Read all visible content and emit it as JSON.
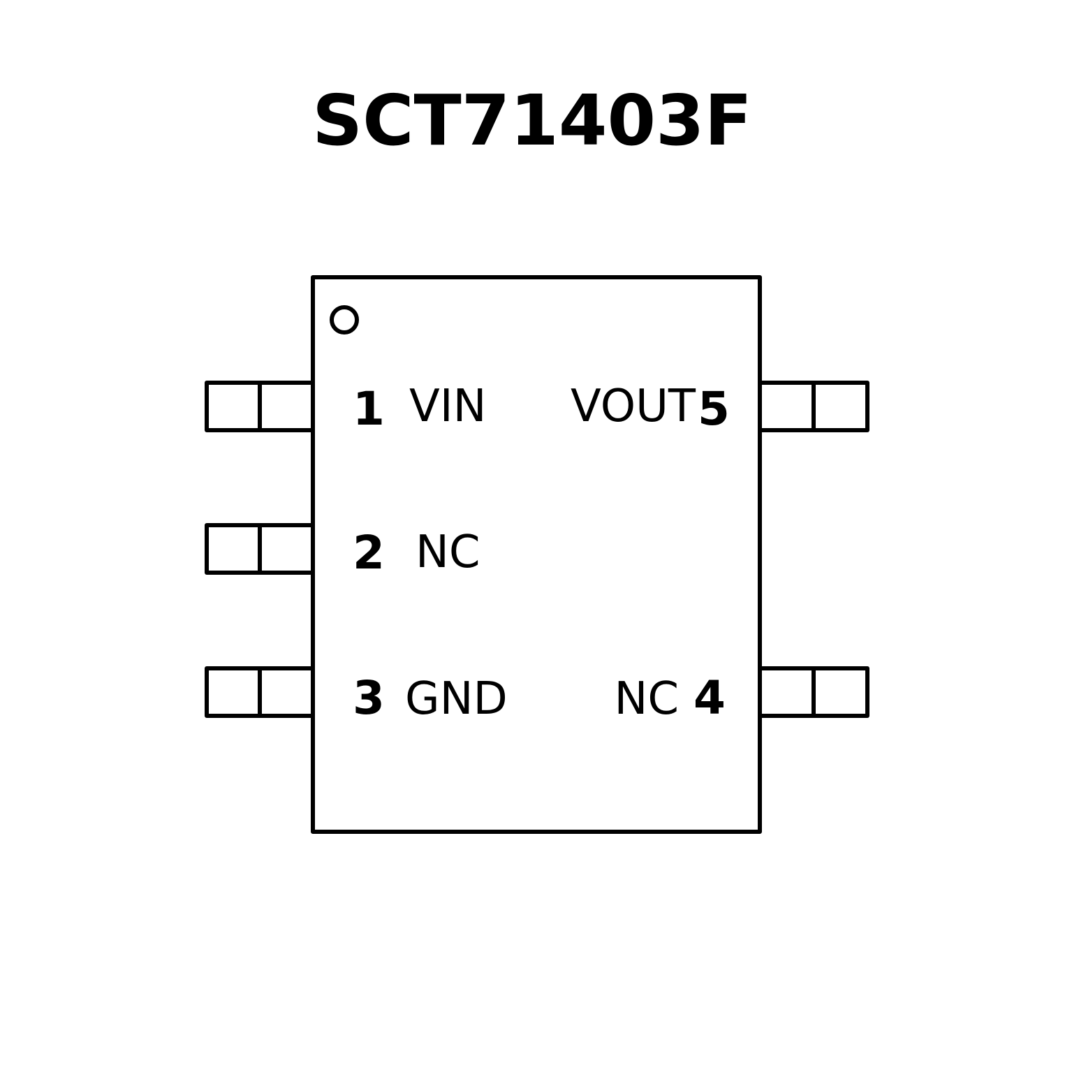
{
  "title": "SCT71403F",
  "pins": [
    {
      "number": "1",
      "name": "VIN"
    },
    {
      "number": "2",
      "name": "NC"
    },
    {
      "number": "3",
      "name": "GND"
    },
    {
      "number": "4",
      "name": "NC"
    },
    {
      "number": "5",
      "name": "VOUT"
    }
  ]
}
